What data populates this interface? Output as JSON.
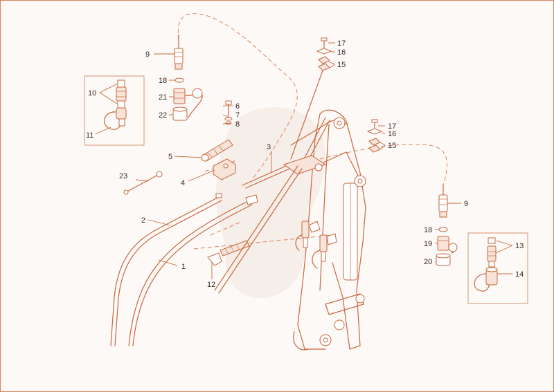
{
  "diagram": {
    "colors": {
      "line": "#c8663c",
      "accent": "#d9835a",
      "label": "#3a2a22",
      "background": "#fdf9f6"
    },
    "callouts": [
      {
        "id": "c9a",
        "text": "9"
      },
      {
        "id": "c18a",
        "text": "18"
      },
      {
        "id": "c21",
        "text": "21"
      },
      {
        "id": "c22",
        "text": "22"
      },
      {
        "id": "c10",
        "text": "10"
      },
      {
        "id": "c11",
        "text": "11"
      },
      {
        "id": "c6",
        "text": "6"
      },
      {
        "id": "c7",
        "text": "7"
      },
      {
        "id": "c8",
        "text": "8"
      },
      {
        "id": "c5",
        "text": "5"
      },
      {
        "id": "c4",
        "text": "4"
      },
      {
        "id": "c23",
        "text": "23"
      },
      {
        "id": "c2",
        "text": "2"
      },
      {
        "id": "c1",
        "text": "1"
      },
      {
        "id": "c12",
        "text": "12"
      },
      {
        "id": "c3",
        "text": "3"
      },
      {
        "id": "c17a",
        "text": "17"
      },
      {
        "id": "c16a",
        "text": "16"
      },
      {
        "id": "c15a",
        "text": "15"
      },
      {
        "id": "c17b",
        "text": "17"
      },
      {
        "id": "c16b",
        "text": "16"
      },
      {
        "id": "c15b",
        "text": "15"
      },
      {
        "id": "c9b",
        "text": "9"
      },
      {
        "id": "c18b",
        "text": "18"
      },
      {
        "id": "c19",
        "text": "19"
      },
      {
        "id": "c20",
        "text": "20"
      },
      {
        "id": "c13",
        "text": "13"
      },
      {
        "id": "c14",
        "text": "14"
      }
    ]
  }
}
